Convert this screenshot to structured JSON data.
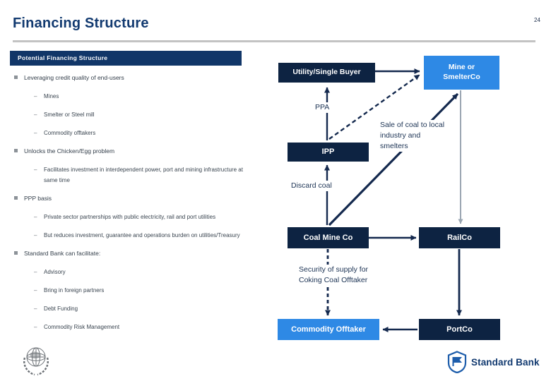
{
  "header": {
    "title": "Financing Structure",
    "page_number": "24"
  },
  "left_panel": {
    "heading": "Potential Financing Structure",
    "items": [
      {
        "level": 1,
        "text": "Leveraging credit quality of end-users"
      },
      {
        "level": 2,
        "text": "Mines"
      },
      {
        "level": 2,
        "text": "Smelter or Steel mill"
      },
      {
        "level": 2,
        "text": "Commodity offtakers"
      },
      {
        "level": 1,
        "text": "Unlocks the Chicken/Egg problem"
      },
      {
        "level": 2,
        "text": "Facilitates investment in interdependent power, port and mining infrastructure at same time"
      },
      {
        "level": 1,
        "text": "PPP basis"
      },
      {
        "level": 2,
        "text": "Private sector partnerships with public electricity, rail and port utilities"
      },
      {
        "level": 2,
        "text": "But reduces investment, guarantee and operations burden on utilities/Treasury"
      },
      {
        "level": 1,
        "text": "Standard Bank can facilitate:"
      },
      {
        "level": 2,
        "text": "Advisory"
      },
      {
        "level": 2,
        "text": "Bring in foreign partners"
      },
      {
        "level": 2,
        "text": "Debt Funding"
      },
      {
        "level": 2,
        "text": "Commodity Risk Management"
      }
    ]
  },
  "diagram": {
    "nodes": {
      "utility": {
        "label": "Utility/Single Buyer"
      },
      "mine_smelter": {
        "line1": "Mine or",
        "line2": "SmelterCo"
      },
      "ipp": {
        "label": "IPP"
      },
      "coal_mine": {
        "label": "Coal Mine Co"
      },
      "rail": {
        "label": "RailCo"
      },
      "commodity_offtaker": {
        "label": "Commodity Offtaker"
      },
      "port": {
        "label": "PortCo"
      }
    },
    "labels": {
      "ppa": "PPA",
      "sale_of_coal": "Sale of coal to local industry and smelters",
      "discard_coal": "Discard coal",
      "security_of_supply": "Security of supply for Coking Coal Offtaker"
    }
  },
  "footer": {
    "bank_name": "Standard Bank"
  },
  "colors": {
    "title_navy": "#123a70",
    "bar_navy": "#113668",
    "navy_box": "#0d2342",
    "blue_box": "#2e89e5",
    "arrow_navy": "#14294e",
    "arrow_gray": "#9aa6b2",
    "body_text": "#3a4550",
    "rule_gray": "#c3c3c3",
    "bank_blue": "#1d5dab"
  }
}
